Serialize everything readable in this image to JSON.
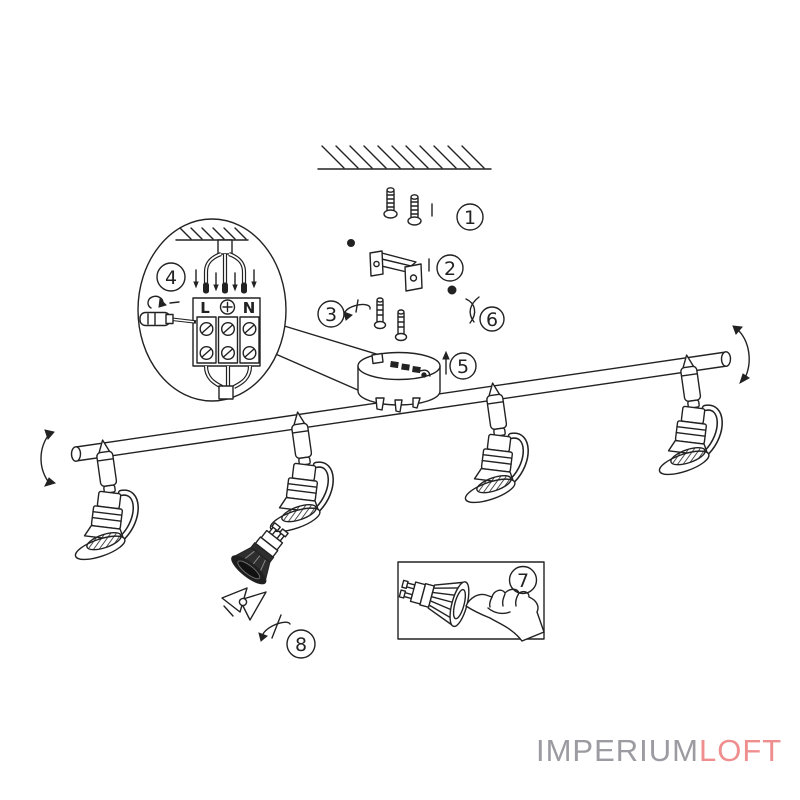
{
  "canvas": {
    "background": "#ffffff",
    "ink": "#222222"
  },
  "diagram": {
    "steps": [
      {
        "num": "1",
        "icon": "wall-plugs-and-screws-icon"
      },
      {
        "num": "2",
        "icon": "mounting-bracket-icon"
      },
      {
        "num": "3",
        "icon": "canopy-screws-rotate-icon"
      },
      {
        "num": "4",
        "icon": "terminal-wiring-detail-icon"
      },
      {
        "num": "5",
        "icon": "ceiling-canopy-icon"
      },
      {
        "num": "6",
        "icon": "wire-twist-icon"
      },
      {
        "num": "7",
        "icon": "insert-bulb-hand-icon"
      },
      {
        "num": "8",
        "icon": "gu10-bulb-twist-icon"
      }
    ],
    "terminal_block": {
      "live_label": "L",
      "neutral_label": "N",
      "earth_icon": "earth-symbol"
    }
  },
  "watermark": {
    "primary": "IMPERIUM",
    "accent": "LOFT",
    "primary_color": "#9b9ba1",
    "accent_color": "#ef8e8e"
  }
}
